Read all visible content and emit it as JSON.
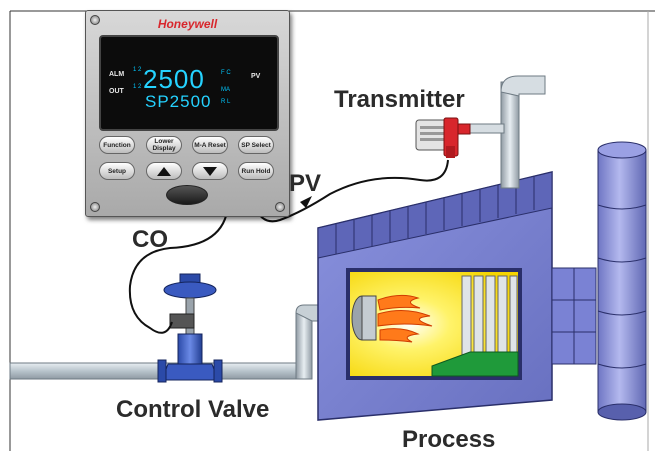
{
  "labels": {
    "transmitter": "Transmitter",
    "pv": "PV",
    "co": "CO",
    "control_valve": "Control Valve",
    "process": "Process"
  },
  "controller": {
    "brand": "Honeywell",
    "alm_label": "ALM",
    "out_label": "OUT",
    "alm_channels": "1 2",
    "out_channels": "1 2",
    "pv_value": "2500",
    "sp_value": "SP2500",
    "unit_top": "F C",
    "unit_mid": "MA",
    "unit_bot": "R L",
    "pv_tag": "PV",
    "keys": {
      "function": "Function",
      "lower_display": "Lower Display",
      "ma_reset": "M-A Reset",
      "sp_select": "SP Select",
      "setup": "Setup",
      "run_hold": "Run Hold"
    }
  },
  "colors": {
    "accent_red": "#d8262c",
    "display_digits": "#25d2ff",
    "process_body": "#7a82d4",
    "pipe": "#b8c4cc",
    "flame": "#ff7a1a"
  }
}
